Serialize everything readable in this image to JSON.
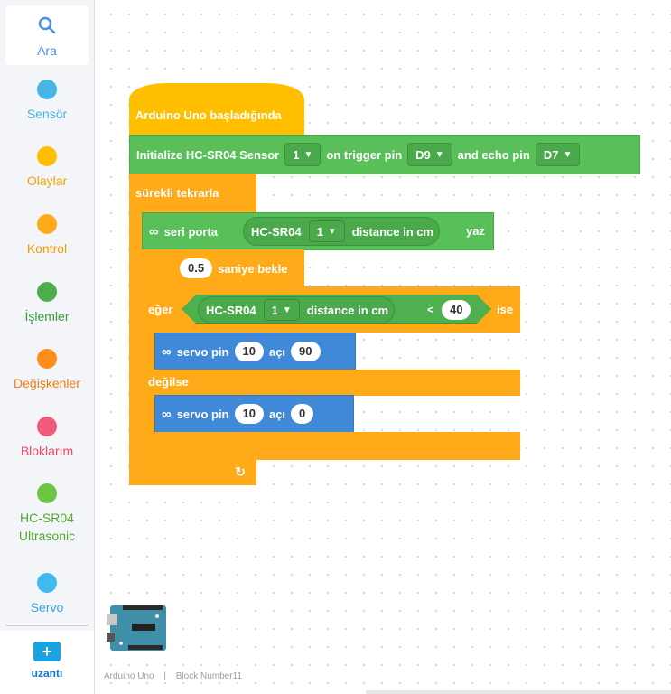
{
  "sidebar": {
    "search_label": "Ara",
    "categories": [
      {
        "label": "Sensör",
        "color": "#46b6e6"
      },
      {
        "label": "Olaylar",
        "color": "#ffbf00"
      },
      {
        "label": "Kontrol",
        "color": "#ffab19"
      },
      {
        "label": "İşlemler",
        "color": "#4cae4c"
      },
      {
        "label": "Değişkenler",
        "color": "#ff8c1a"
      },
      {
        "label": "Bloklarım",
        "color": "#f15a7a"
      },
      {
        "label": "HC-SR04 Ultrasonic",
        "color": "#6cc644"
      },
      {
        "label": "Servo",
        "color": "#3fbaf0"
      }
    ],
    "extension_label": "uzantı"
  },
  "blocks": {
    "hat": "Arduino Uno başladığında",
    "init": {
      "text1": "Initialize HC-SR04 Sensor",
      "sensor": "1",
      "text2": "on trigger pin",
      "trigger": "D9",
      "text3": "and echo pin",
      "echo": "D7"
    },
    "loop": "sürekli tekrarla",
    "serial": {
      "text": "seri porta",
      "sensor_label": "HC-SR04",
      "sensor": "1",
      "unit": "distance in cm",
      "suffix": "yaz"
    },
    "wait": {
      "value": "0.5",
      "text": "saniye bekle"
    },
    "ifelse": {
      "if": "eğer",
      "sensor_label": "HC-SR04",
      "sensor": "1",
      "unit": "distance in cm",
      "op": "<",
      "value": "40",
      "then": "ise",
      "else": "değilse"
    },
    "servo1": {
      "text": "servo pin",
      "pin": "10",
      "angle_label": "açı",
      "angle": "90"
    },
    "servo2": {
      "text": "servo pin",
      "pin": "10",
      "angle_label": "açı",
      "angle": "0"
    },
    "loop_arrow": "↻"
  },
  "footer": {
    "device": "Arduino Uno",
    "sep": "|",
    "block": "Block Number11"
  },
  "colors": {
    "control": "#ffab19",
    "events": "#ffbf00",
    "sensor": "#59c059",
    "servo": "#3f89d8",
    "accent": "#4d8fe6"
  }
}
